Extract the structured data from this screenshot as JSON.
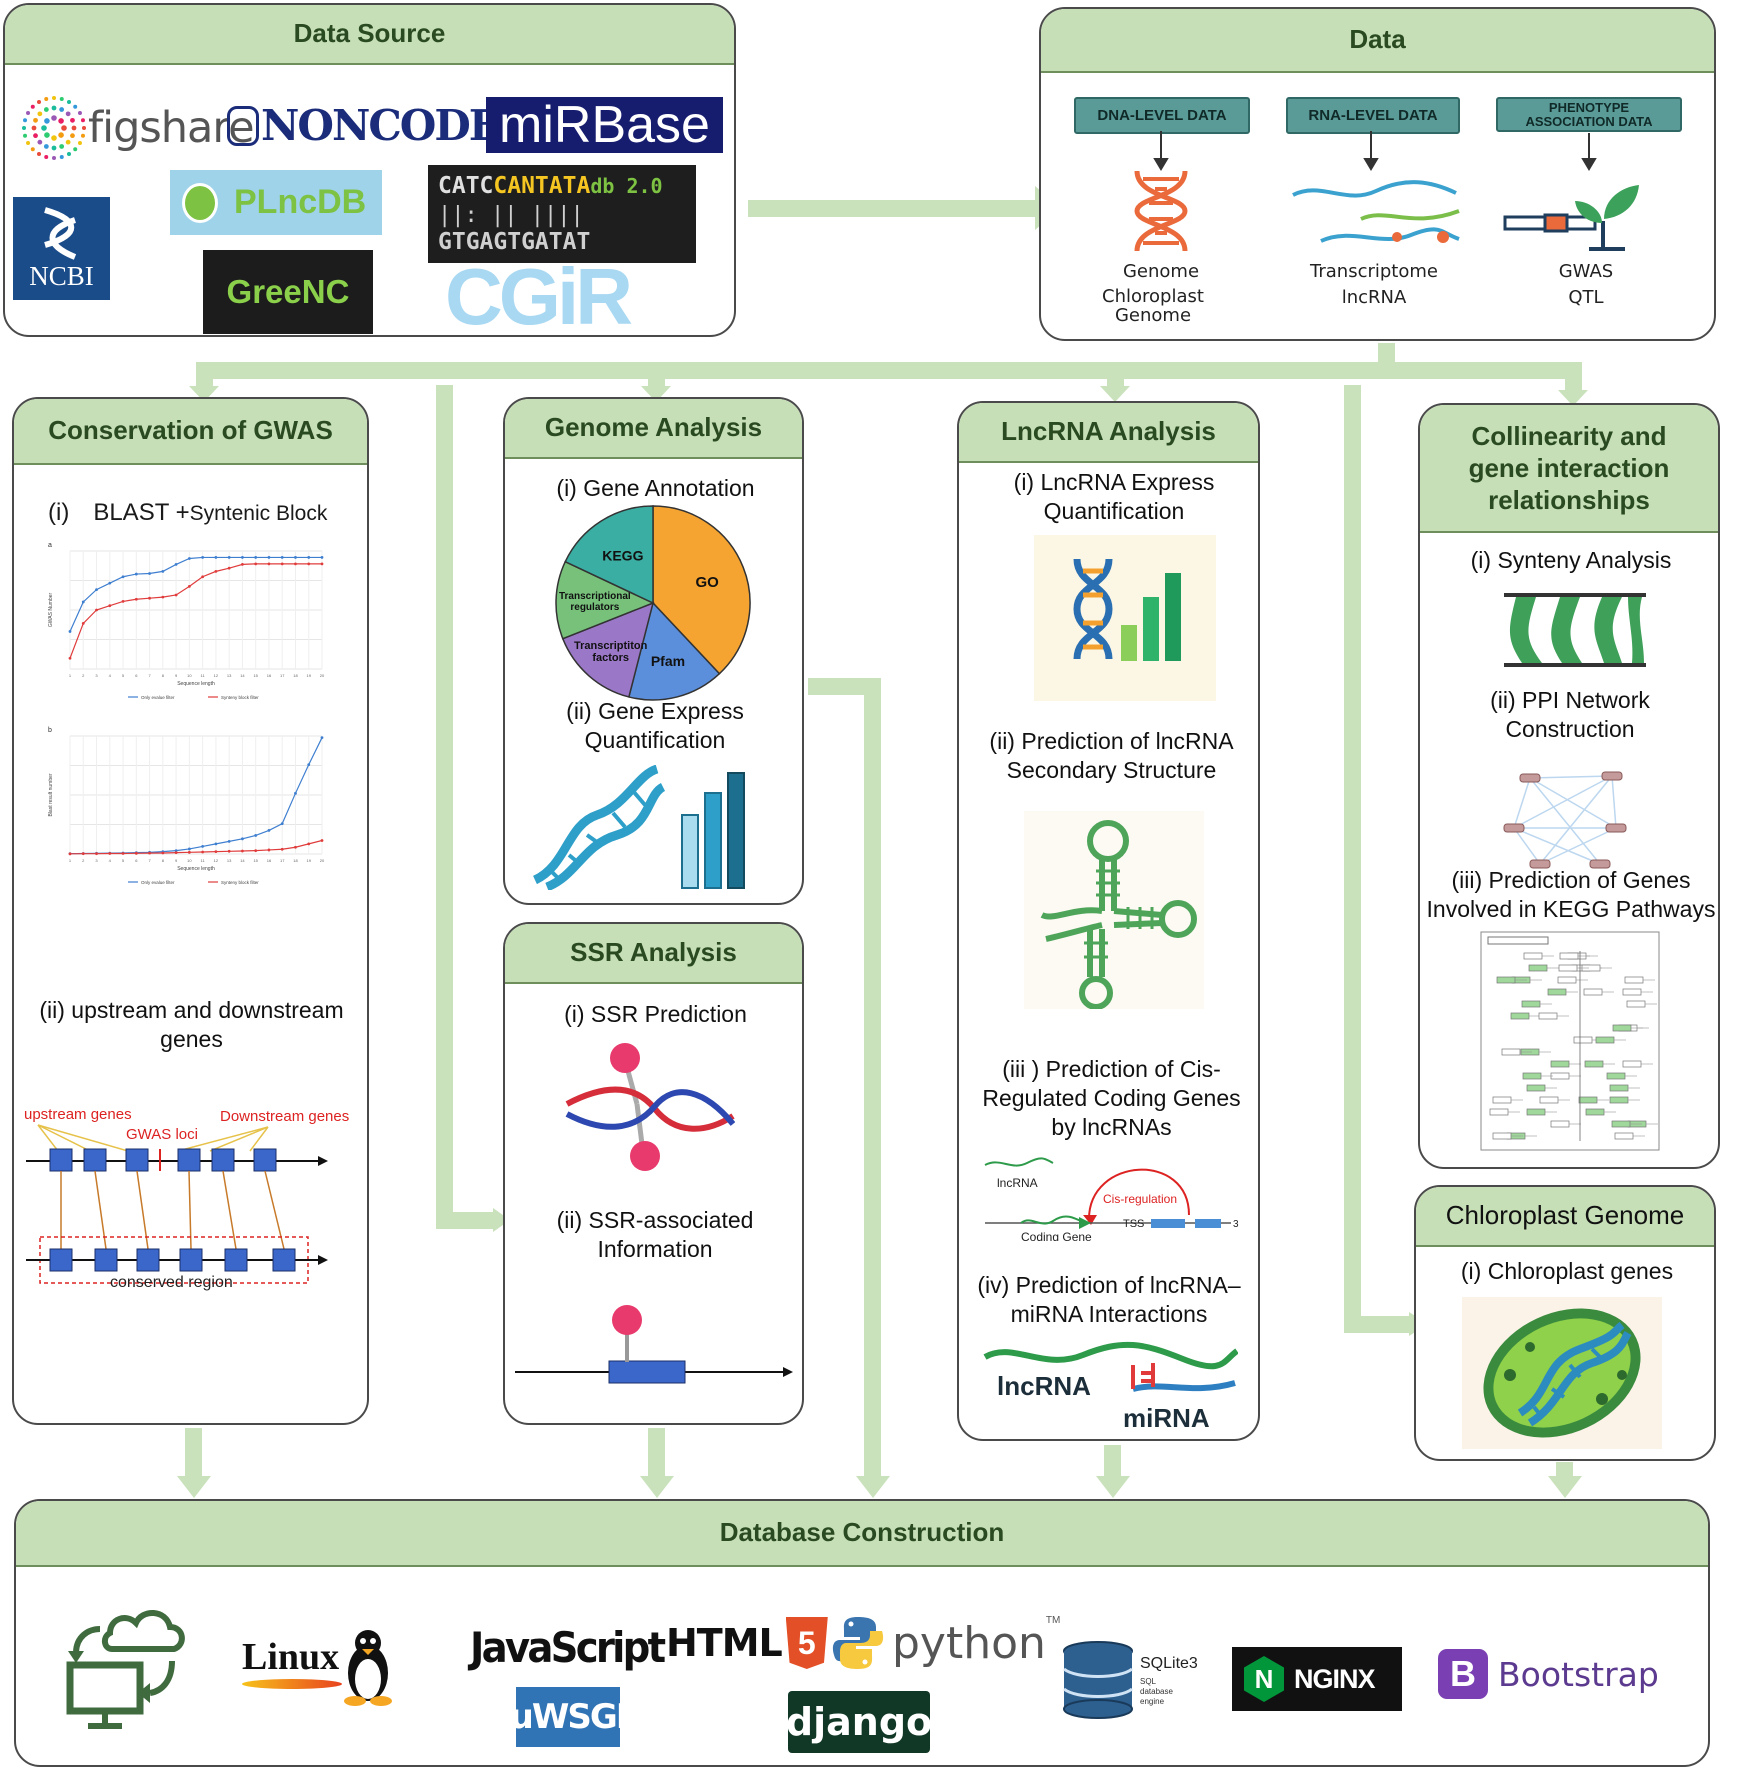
{
  "colors": {
    "header_bg": "#c6dfb7",
    "arrow": "#c9e2bb",
    "tag_bg": "#5a9b98"
  },
  "data_source": {
    "title": "Data Source",
    "logos": {
      "figshare": "figshare",
      "noncode": "NONCODE",
      "mirbase": "miRBase",
      "ncbi": "NCBI",
      "plncdb": "PLncDB",
      "cantata_line1a": "CATC",
      "cantata_line1b": "CANTATA",
      "cantata_line1c": "db 2.0",
      "cantata_line2": "||: || ||||",
      "cantata_line3": "GTGAGTGATAT",
      "greenc": "GreeNC",
      "cgir": "CGiR"
    }
  },
  "data": {
    "title": "Data",
    "tags": [
      "DNA-LEVEL DATA",
      "RNA-LEVEL DATA",
      "PHENOTYPE ASSOCIATION DATA"
    ],
    "dna_labels": [
      "Genome",
      "Chloroplast Genome"
    ],
    "rna_labels": [
      "Transcriptome",
      "lncRNA"
    ],
    "pheno_labels": [
      "GWAS",
      "QTL"
    ]
  },
  "gwas": {
    "title": "Conservation of GWAS",
    "item1_num": "(i)",
    "item1": "BLAST +",
    "item1_small": "Syntenic Block",
    "chart_a_label": "a",
    "chart_b_label": "b",
    "item2": "(ii) upstream and downstream genes",
    "upstream": "upstream genes",
    "downstream": "Downstream genes",
    "loci": "GWAS loci",
    "conserved": "conserved region"
  },
  "genome": {
    "title": "Genome Analysis",
    "item1": "(i) Gene Annotation",
    "item2": "(ii) Gene Express Quantification"
  },
  "ssr": {
    "title": "SSR Analysis",
    "item1": "(i) SSR Prediction",
    "item2": "(ii) SSR-associated Information"
  },
  "lncrna": {
    "title": "LncRNA Analysis",
    "item1": "(i) LncRNA Express Quantification",
    "item2": "(ii) Prediction of lncRNA Secondary Structure",
    "item3": "(iii ) Prediction of Cis-Regulated Coding Genes by lncRNAs",
    "cis_lncrna": "lncRNA",
    "cis_reg": "Cis-regulation",
    "cis_tss": "TSS",
    "cis_coding": "Coding Gene",
    "cis_three": "3",
    "item4": "(iv) Prediction of lncRNA–miRNA Interactions",
    "int_lncrna": "lncRNA",
    "int_mirna": "miRNA"
  },
  "colin": {
    "title": "Collinearity and gene interaction relationships",
    "item1": "(i) Synteny Analysis",
    "item2": "(ii) PPI Network Construction",
    "item3": "(iii) Prediction of Genes Involved in KEGG Pathways"
  },
  "chloro": {
    "title": "Chloroplast Genome",
    "item1": "(i) Chloroplast genes"
  },
  "db": {
    "title": "Database Construction",
    "logos": {
      "linux": "Linux",
      "javascript": "JavaScript",
      "html": "HTML",
      "html5": "5",
      "python": "python",
      "python_tm": "TM",
      "uwsgi": "uWSGI",
      "django": "django",
      "sqlite": "SQLite3",
      "sqlite_sub": "SQL database engine",
      "nginx_n": "N",
      "nginx": "NGINX",
      "bootstrap_b": "B",
      "bootstrap": "Bootstrap"
    }
  },
  "chart_data": [
    {
      "type": "pie",
      "categories": [
        "GO",
        "Pfam",
        "Transcriptiton factors",
        "Transcriptional regulators",
        "KEGG"
      ],
      "values": [
        38,
        16,
        15,
        13,
        18
      ],
      "colors": [
        "#f5a431",
        "#5b8fdc",
        "#9b77c8",
        "#77c17b",
        "#3aaea2"
      ]
    },
    {
      "type": "line",
      "title": "a",
      "xlabel": "Sequence length",
      "ylabel": "GWAS Number",
      "x": [
        1,
        2,
        3,
        4,
        5,
        6,
        7,
        8,
        9,
        10,
        11,
        12,
        13,
        14,
        15,
        16,
        17,
        18,
        19,
        20
      ],
      "series": [
        {
          "name": "Only evalue filter",
          "values": [
            250,
            305,
            328,
            340,
            352,
            357,
            358,
            362,
            375,
            386,
            388,
            388,
            388,
            388,
            388,
            388,
            388,
            388,
            388,
            388
          ],
          "color": "#3f7fd0"
        },
        {
          "name": "Synteny block filter",
          "values": [
            200,
            265,
            290,
            298,
            306,
            310,
            312,
            314,
            318,
            334,
            352,
            362,
            368,
            375,
            376,
            376,
            376,
            376,
            376,
            376
          ],
          "color": "#e03c3c"
        }
      ],
      "ylim": [
        180,
        400
      ]
    },
    {
      "type": "line",
      "title": "b",
      "xlabel": "Sequence length",
      "ylabel": "Blast result number",
      "x": [
        1,
        2,
        3,
        4,
        5,
        6,
        7,
        8,
        9,
        10,
        11,
        12,
        13,
        14,
        15,
        16,
        17,
        18,
        19,
        20
      ],
      "series": [
        {
          "name": "Only evalue filter",
          "values": [
            2,
            3,
            4,
            5,
            6,
            8,
            10,
            14,
            20,
            30,
            45,
            60,
            75,
            90,
            110,
            140,
            180,
            360,
            530,
            690
          ],
          "color": "#3f7fd0"
        },
        {
          "name": "Synteny block filter",
          "values": [
            1,
            2,
            2,
            3,
            3,
            4,
            5,
            6,
            8,
            10,
            12,
            14,
            16,
            18,
            20,
            24,
            28,
            40,
            60,
            80
          ],
          "color": "#e03c3c"
        }
      ],
      "ylim": [
        0,
        700
      ]
    }
  ]
}
